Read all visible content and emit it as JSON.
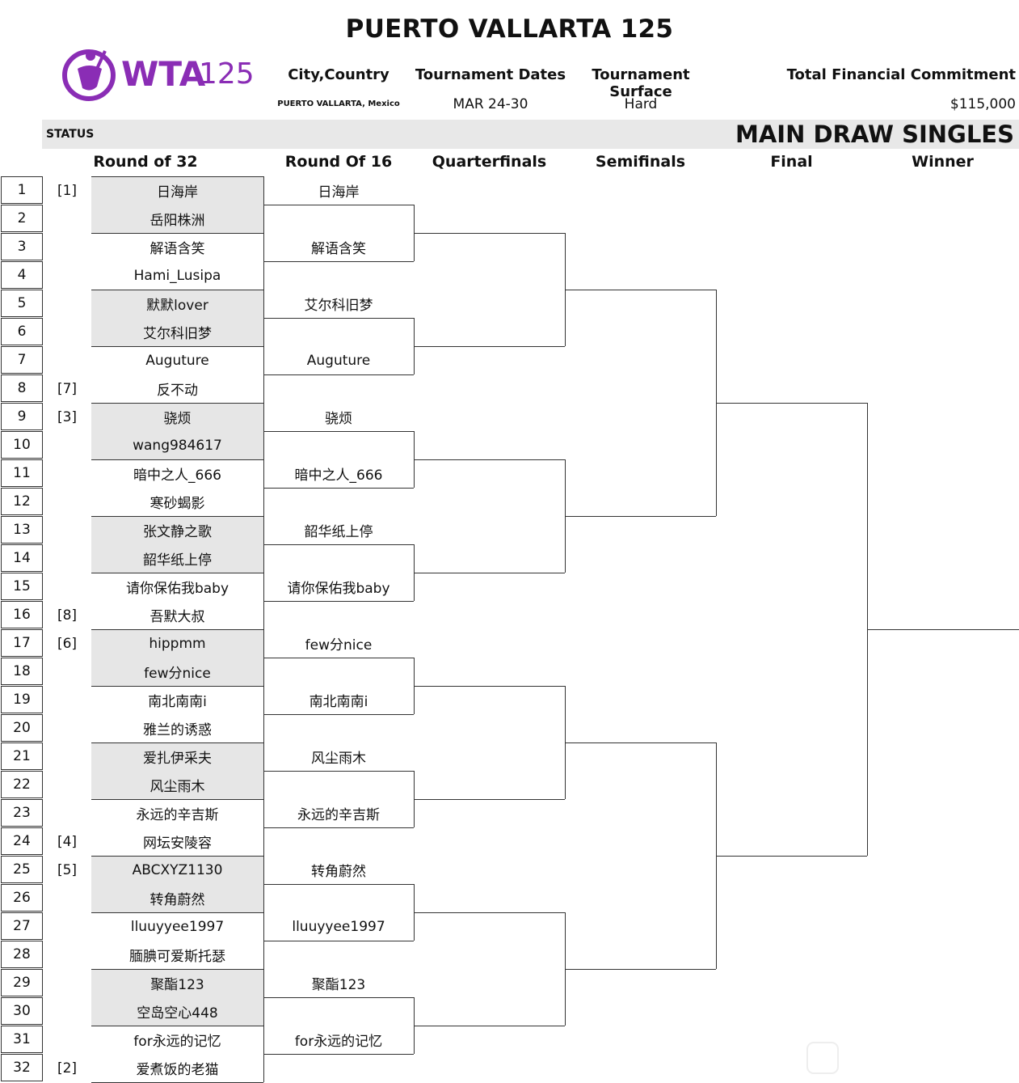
{
  "title": "PUERTO VALLARTA 125",
  "logo": {
    "text_wta": "WTA",
    "text_125": "125",
    "color": "#8a2db5"
  },
  "info": {
    "city_header": "City,Country",
    "city_value": "PUERTO VALLARTA, Mexico",
    "dates_header": "Tournament Dates",
    "dates_value": "MAR 24-30",
    "surface_header": "Tournament Surface",
    "surface_value": "Hard",
    "financial_header": "Total Financial Commitment",
    "financial_value": "$115,000"
  },
  "status_label": "STATUS",
  "draw_label": "MAIN DRAW SINGLES",
  "columns": [
    "Round of 32",
    "Round Of 16",
    "Quarterfinals",
    "Semifinals",
    "Final",
    "Winner"
  ],
  "round_of_32": [
    {
      "num": "1",
      "seed": "[1]",
      "name": "日海岸"
    },
    {
      "num": "2",
      "seed": "",
      "name": "岳阳株洲"
    },
    {
      "num": "3",
      "seed": "",
      "name": "解语含笑"
    },
    {
      "num": "4",
      "seed": "",
      "name": "Hami_Lusipa"
    },
    {
      "num": "5",
      "seed": "",
      "name": "默默lover"
    },
    {
      "num": "6",
      "seed": "",
      "name": "艾尔科旧梦"
    },
    {
      "num": "7",
      "seed": "",
      "name": "Auguture"
    },
    {
      "num": "8",
      "seed": "[7]",
      "name": "反不动"
    },
    {
      "num": "9",
      "seed": "[3]",
      "name": "骁烦"
    },
    {
      "num": "10",
      "seed": "",
      "name": "wang984617"
    },
    {
      "num": "11",
      "seed": "",
      "name": "暗中之人_666"
    },
    {
      "num": "12",
      "seed": "",
      "name": "寒砂蝎影"
    },
    {
      "num": "13",
      "seed": "",
      "name": "张文静之歌"
    },
    {
      "num": "14",
      "seed": "",
      "name": "韶华纸上停"
    },
    {
      "num": "15",
      "seed": "",
      "name": "请你保佑我baby"
    },
    {
      "num": "16",
      "seed": "[8]",
      "name": "吾默大叔"
    },
    {
      "num": "17",
      "seed": "[6]",
      "name": "hippmm"
    },
    {
      "num": "18",
      "seed": "",
      "name": "few分nice"
    },
    {
      "num": "19",
      "seed": "",
      "name": "南北南南i"
    },
    {
      "num": "20",
      "seed": "",
      "name": "雅兰的诱惑"
    },
    {
      "num": "21",
      "seed": "",
      "name": "爱扎伊采夫"
    },
    {
      "num": "22",
      "seed": "",
      "name": "风尘雨木"
    },
    {
      "num": "23",
      "seed": "",
      "name": "永远的辛吉斯"
    },
    {
      "num": "24",
      "seed": "[4]",
      "name": "网坛安陵容"
    },
    {
      "num": "25",
      "seed": "[5]",
      "name": "ABCXYZ1130"
    },
    {
      "num": "26",
      "seed": "",
      "name": "转角蔚然"
    },
    {
      "num": "27",
      "seed": "",
      "name": "lluuyyee1997"
    },
    {
      "num": "28",
      "seed": "",
      "name": "腼腆可爱斯托瑟"
    },
    {
      "num": "29",
      "seed": "",
      "name": "聚酯123"
    },
    {
      "num": "30",
      "seed": "",
      "name": "空岛空心448"
    },
    {
      "num": "31",
      "seed": "",
      "name": "for永远的记忆"
    },
    {
      "num": "32",
      "seed": "[2]",
      "name": "爱煮饭的老猫"
    }
  ],
  "round_of_16": [
    "日海岸",
    "解语含笑",
    "艾尔科旧梦",
    "Auguture",
    "骁烦",
    "暗中之人_666",
    "韶华纸上停",
    "请你保佑我baby",
    "few分nice",
    "南北南南i",
    "风尘雨木",
    "永远的辛吉斯",
    "转角蔚然",
    "lluuyyee1997",
    "聚酯123",
    "for永远的记忆"
  ]
}
